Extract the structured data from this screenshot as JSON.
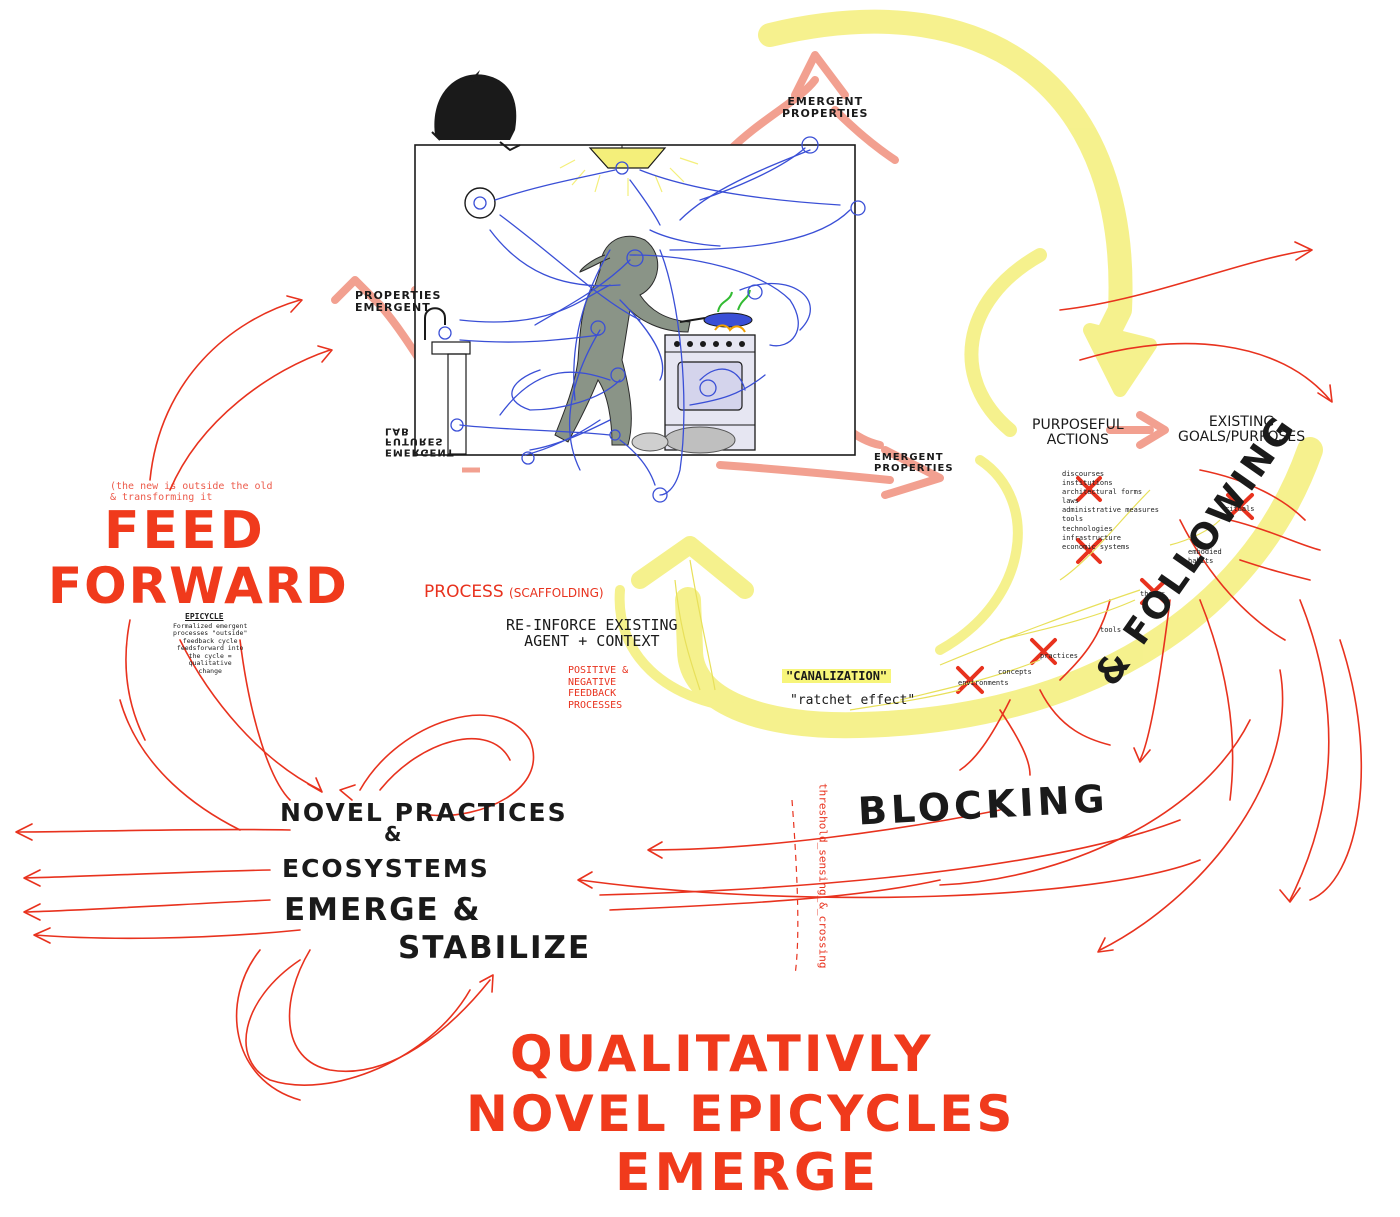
{
  "labels": {
    "emergent_properties_top": "EMERGENT\nPROPERTIES",
    "properties_emergent": "PROPERTIES\nEMERGENT",
    "emergent_properties_right": "EMERGENT\nPROPERTIES",
    "lab_label": "EMERGENT\nFUTURES\nLAB",
    "purposeful_actions": "PURPOSEFUL\nACTIONS",
    "existing_goals": "EXISTING\nGOALS/PURPOSES",
    "discourses_list": [
      "discourses",
      "institutions",
      "architectural forms",
      "laws",
      "administrative measures",
      "tools",
      "technologies",
      "infrastructure",
      "economic systems"
    ],
    "rituals": "rituals",
    "embodied_habits": "embodied\nhabits",
    "things": "things",
    "tools": "tools",
    "practices": "practices",
    "concepts": "concepts",
    "environments": "environments",
    "canalization": "\"CANALIZATION\"",
    "ratchet": "\"ratchet effect\"",
    "process": "PROCESS",
    "scaffolding": "(SCAFFOLDING)",
    "reinforce": "RE-INFORCE EXISTING\nAGENT + CONTEXT",
    "feedback": "POSITIVE &\nNEGATIVE\nFEEDBACK\nPROCESSES",
    "new_outside_old": "(the new is outside the old\n& transforming it",
    "feed": "FEED",
    "forward": "FORWARD",
    "epicycle_title": "EPICYCLE",
    "epicycle_text": "Formalized emergent\nprocesses \"outside\"\nfeedback cycle\nfeedsforward into\nthe cycle =\nqualitative\nchange",
    "blocking": "BLOCKING",
    "following": "& FOLLOWING",
    "threshold": "threshold_sensing_&_crossing",
    "novel_1": "NOVEL PRACTICES",
    "novel_amp": "&",
    "novel_2": "ECOSYSTEMS",
    "novel_3": "EMERGE &",
    "novel_4": "STABILIZE",
    "qual_1": "QUALITATIVLY",
    "qual_2": "NOVEL EPICYCLES",
    "qual_3": "EMERGE"
  },
  "colors": {
    "red": "#e8321e",
    "salmon": "#f2a090",
    "yellow": "#f4ef7a",
    "blue": "#3a4fd6",
    "figure": "#8a9487",
    "black": "#1a1a1a"
  }
}
